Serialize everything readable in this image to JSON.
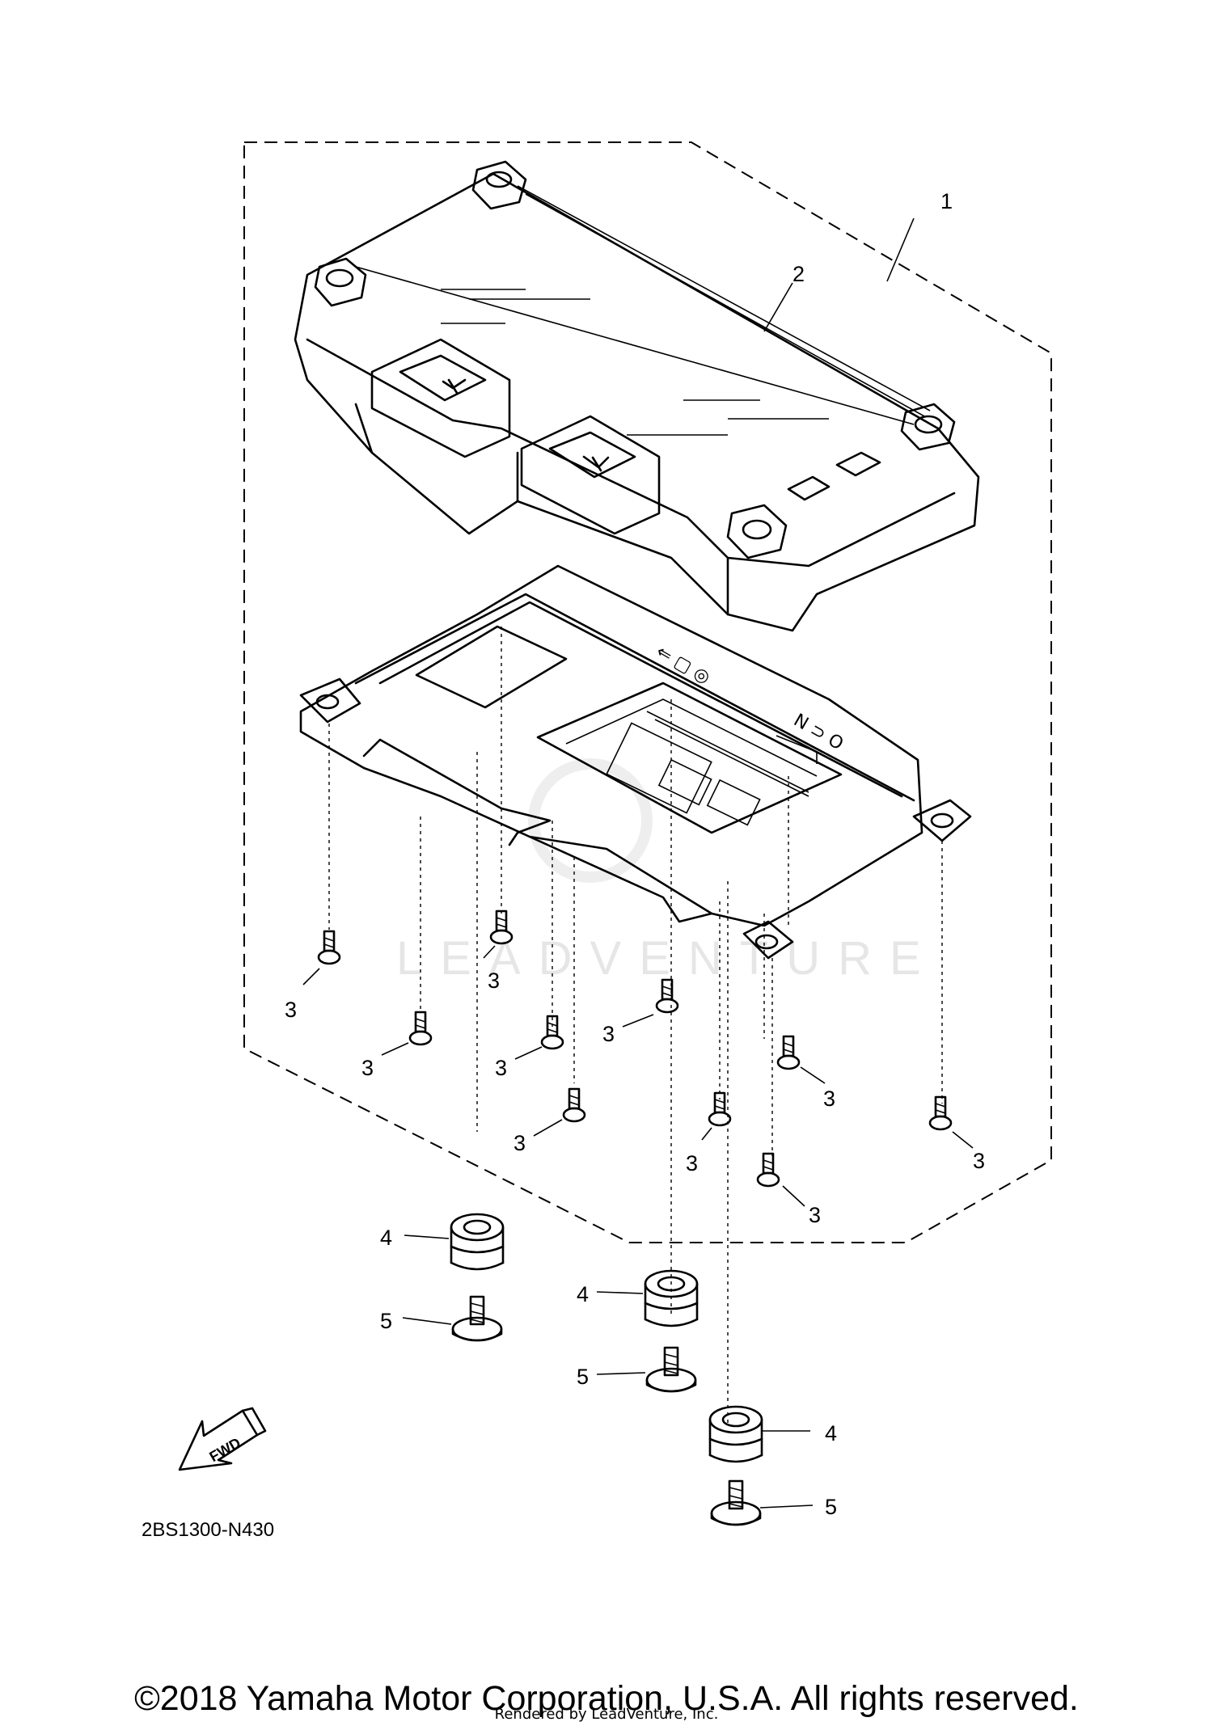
{
  "diagram": {
    "callouts": [
      {
        "part": "1",
        "label": "1"
      },
      {
        "part": "2",
        "label": "2"
      },
      {
        "part": "3",
        "label": "3"
      },
      {
        "part": "4",
        "label": "4"
      },
      {
        "part": "5",
        "label": "5"
      }
    ],
    "direction_marker": "FWD",
    "diagram_code": "2BS1300-N430",
    "watermark": "LEADVENTURE"
  },
  "footer": {
    "copyright": "©2018 Yamaha Motor Corporation, U.S.A. All rights reserved.",
    "rendered_by": "Rendered by LeadVenture, Inc."
  }
}
